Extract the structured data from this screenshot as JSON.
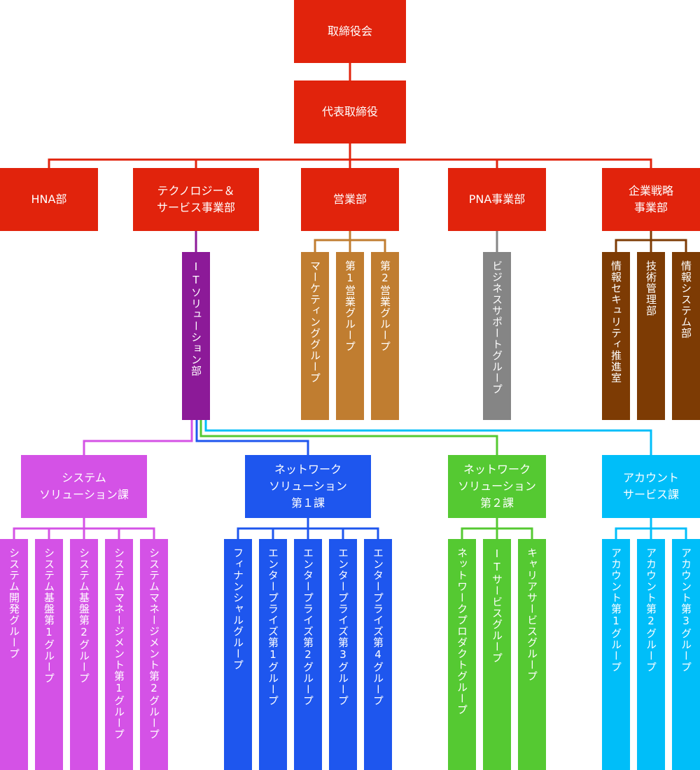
{
  "colors": {
    "executive": "#e1230c",
    "it_division": "#8c1a98",
    "sales": "#c07d30",
    "pna": "#858585",
    "strategy": "#7d3b04",
    "systems": "#d452e6",
    "network1": "#1e56ee",
    "network2": "#55c932",
    "account": "#00bef9"
  },
  "nodes": {
    "board": "取締役会",
    "ceo": "代表取締役",
    "hna": "HNA部",
    "tech": "テクノロジー＆\nサービス事業部",
    "sales": "営業部",
    "pna": "PNA事業部",
    "strategy": "企業戦略\n事業部",
    "it_solutions": "ITソリューション部",
    "marketing": "マーケティンググループ",
    "sales1": "第1営業グループ",
    "sales2": "第2営業グループ",
    "biz_support": "ビジネスサポートグループ",
    "infosec": "情報セキュリティ推進室",
    "tech_mgmt": "技術管理部",
    "info_sys": "情報システム部",
    "systems_sec": "システム\nソリューション課",
    "network1_sec": "ネットワーク\nソリューション\n第１課",
    "network2_sec": "ネットワーク\nソリューション\n第２課",
    "account_sec": "アカウント\nサービス課"
  },
  "groups": {
    "sys_dev": "システム開発グループ",
    "sys_base1": "システム基盤第1グループ",
    "sys_base2": "システム基盤第2グループ",
    "sys_mgmt1": "システムマネージメント第1グループ",
    "sys_mgmt2": "システムマネージメント第2グループ",
    "financial": "フィナンシャルグループ",
    "ent1": "エンタープライズ第1グループ",
    "ent2": "エンタープライズ第2グループ",
    "ent3": "エンタープライズ第3グループ",
    "ent4": "エンタープライズ第4グループ",
    "net_product": "ネットワークプロダクトグループ",
    "it_service": "ITサービスグループ",
    "carrier": "キャリアサービスグループ",
    "acct1": "アカウント第1グループ",
    "acct2": "アカウント第2グループ",
    "acct3": "アカウント第3グループ"
  }
}
